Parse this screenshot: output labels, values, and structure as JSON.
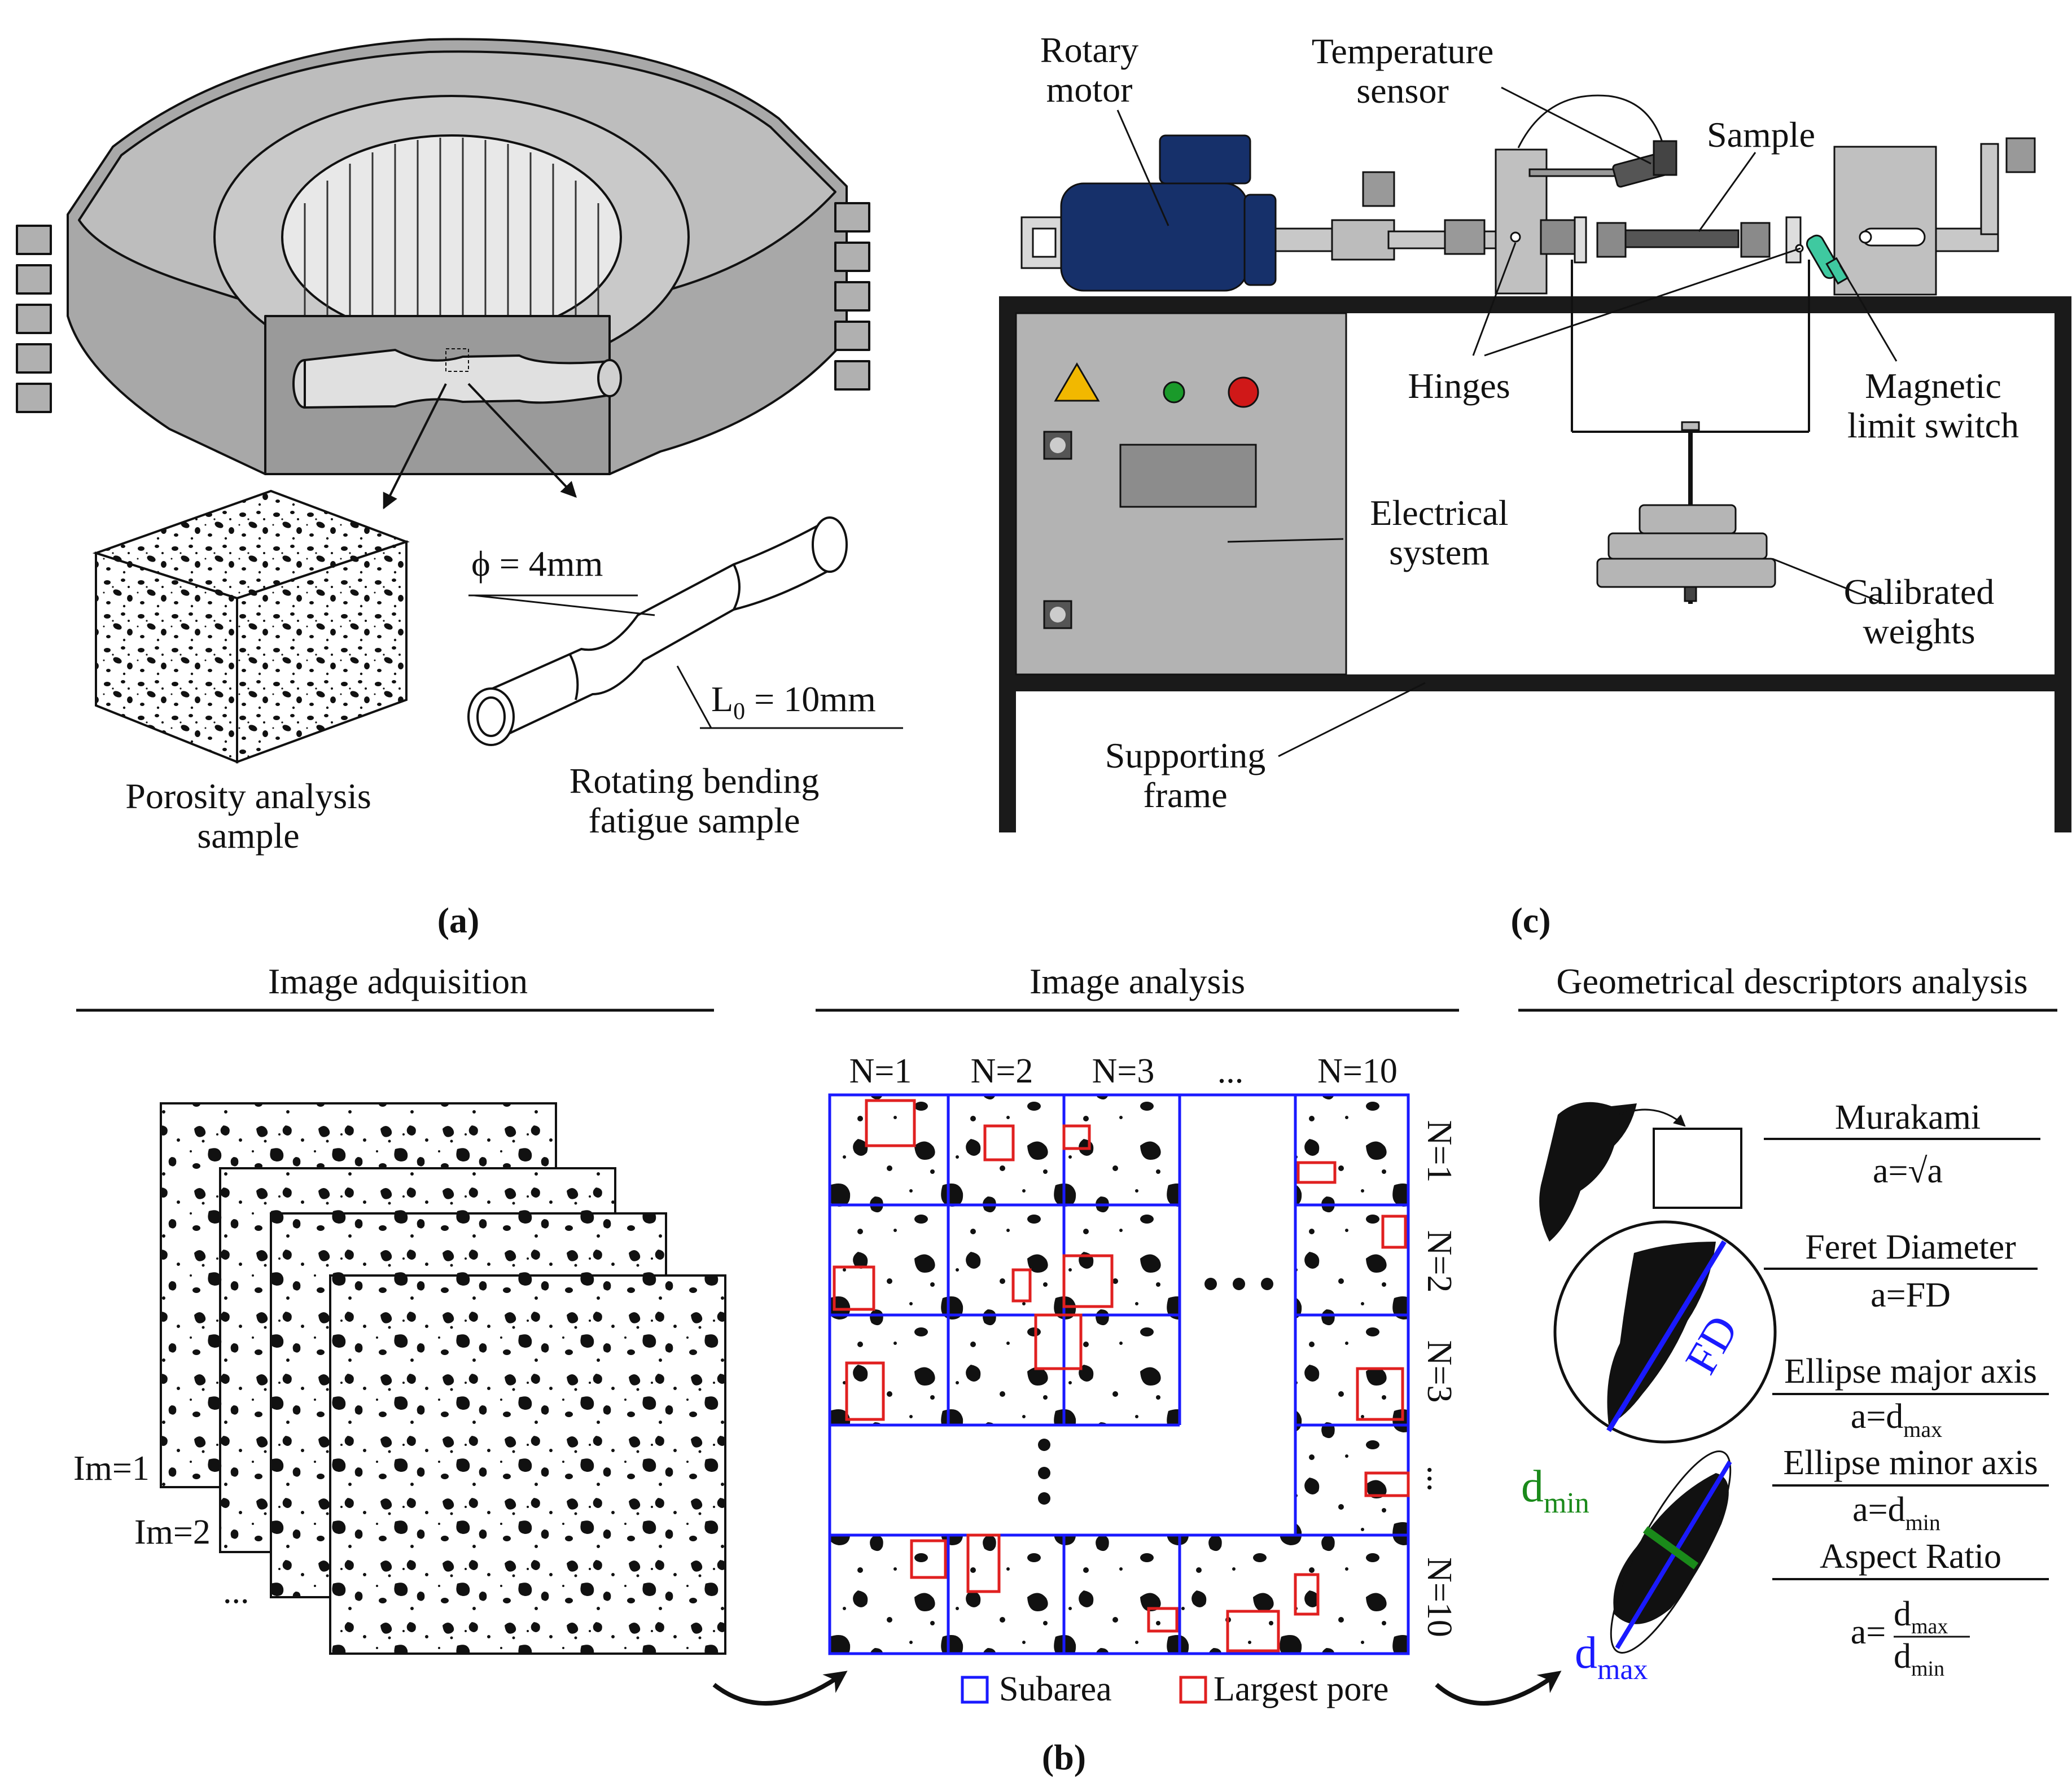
{
  "panel_a": {
    "caption": "(a)",
    "porosity_label_1": "Porosity analysis",
    "porosity_label_2": "sample",
    "fatigue_label_1": "Rotating bending",
    "fatigue_label_2": "fatigue sample",
    "diameter_label": "ϕ = 4mm",
    "length_prefix": "L",
    "length_sub": "0",
    "length_suffix": " = 10mm"
  },
  "panel_c": {
    "caption": "(c)",
    "rotary_motor_1": "Rotary",
    "rotary_motor_2": "motor",
    "temp_sensor_1": "Temperature",
    "temp_sensor_2": "sensor",
    "sample": "Sample",
    "hinges": "Hinges",
    "limit_switch_1": "Magnetic",
    "limit_switch_2": "limit switch",
    "electrical_1": "Electrical",
    "electrical_2": "system",
    "weights_1": "Calibrated",
    "weights_2": "weights",
    "frame_1": "Supporting",
    "frame_2": "frame",
    "colors": {
      "motor": "#16306a",
      "panel_gray": "#b3b3b3",
      "frame": "#1a1a1a",
      "green_led": "#1a9a2a",
      "red_led": "#d01818",
      "warning": "#f2b800",
      "switch": "#3fc9a0"
    }
  },
  "panel_b": {
    "caption": "(b)",
    "section_acquisition": "Image adquisition",
    "section_analysis": "Image analysis",
    "section_descriptors": "Geometrical descriptors analysis",
    "im_labels": [
      "Im=1",
      "Im=2",
      "..."
    ],
    "col_labels": [
      "N=1",
      "N=2",
      "N=3",
      "...",
      "N=10"
    ],
    "row_labels": [
      "N=1",
      "N=2",
      "N=3",
      "...",
      "N=10"
    ],
    "legend_subarea": "Subarea",
    "legend_largest_pore": "Largest pore",
    "colors": {
      "subarea": "#1a1aff",
      "largest_pore": "#e02020",
      "dmin": "#1a8a1a",
      "dmax": "#1a1aff"
    },
    "descriptors": {
      "murakami_title": "Murakami",
      "murakami_formula": "a=√a",
      "feret_title": "Feret Diameter",
      "feret_formula": "a=FD",
      "feret_symbol": "FD",
      "major_title": "Ellipse major axis",
      "major_formula_prefix": "a=d",
      "major_sub": "max",
      "minor_title": "Ellipse minor axis",
      "minor_formula_prefix": "a=d",
      "minor_sub": "min",
      "aspect_title": "Aspect Ratio",
      "aspect_prefix": "a=",
      "aspect_num": "d",
      "aspect_num_sub": "max",
      "aspect_den": "d",
      "aspect_den_sub": "min",
      "dmin_symbol": "d",
      "dmin_sub": "min",
      "dmax_symbol": "d",
      "dmax_sub": "max"
    }
  }
}
